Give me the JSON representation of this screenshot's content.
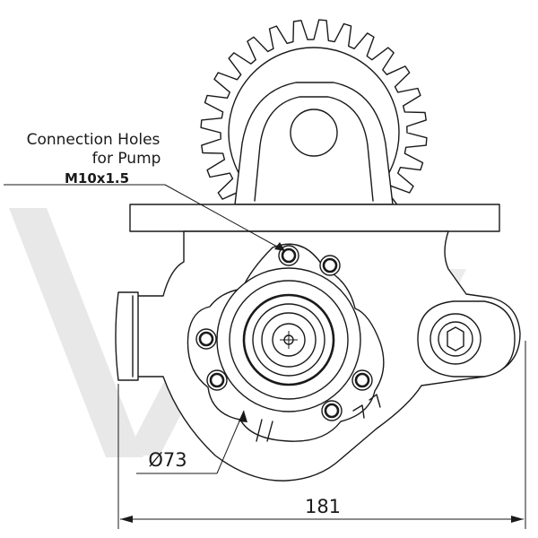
{
  "callout": {
    "line1": "Connection Holes",
    "line2": "for Pump",
    "spec": "M10x1.5"
  },
  "dimensions": {
    "diameter": "Ø73",
    "width": "181"
  },
  "colors": {
    "line": "#1a1a1a",
    "watermark": "#e6e6e6",
    "background": "#ffffff"
  }
}
